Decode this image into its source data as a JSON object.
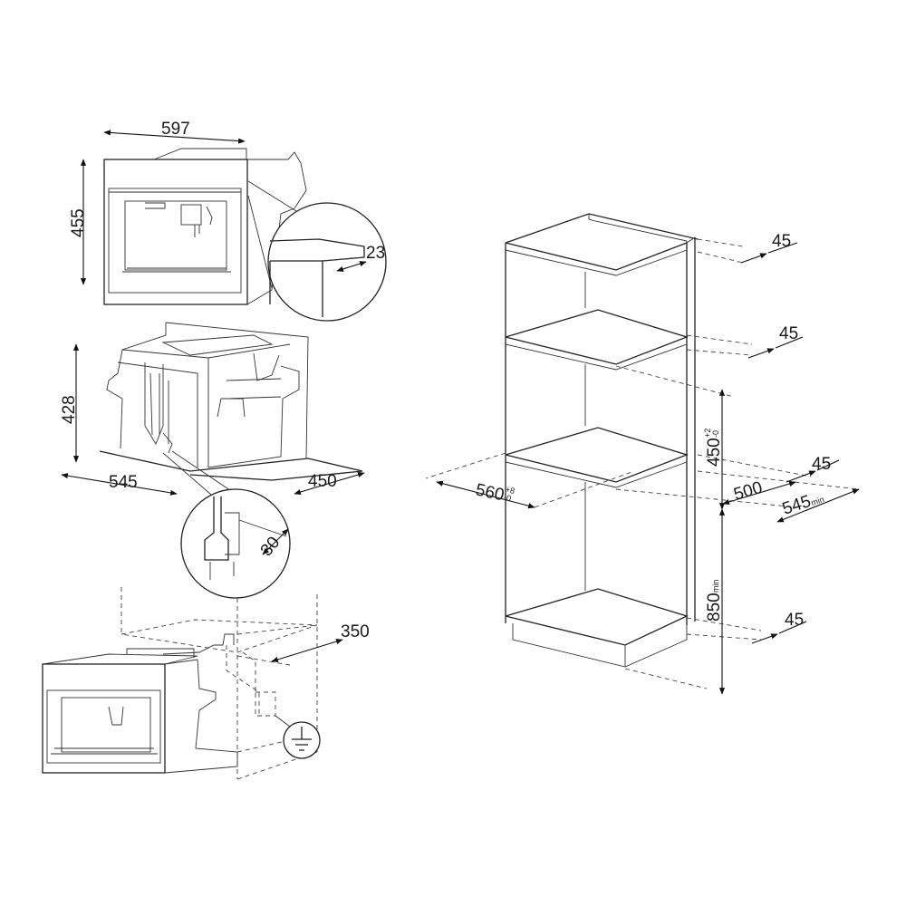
{
  "dimensions": {
    "top_width": "597",
    "top_height": "455",
    "detail_gap": "23",
    "mid_height": "428",
    "mid_depth": "545",
    "mid_width": "450",
    "tube_offset": "30",
    "socket_offset": "350",
    "shelf_top": "45",
    "shelf_second": "45",
    "shelf_third": "45",
    "shelf_bottom": "45",
    "niche_height": "450",
    "niche_height_tol_plus": "+2",
    "niche_height_tol_minus": "-0",
    "niche_width": "560",
    "niche_width_tol_plus": "+8",
    "niche_width_tol_minus": "-0",
    "niche_depth": "500",
    "cabinet_depth": "545",
    "cabinet_depth_suffix": "min",
    "floor_height": "850",
    "floor_height_suffix": "min"
  },
  "colors": {
    "line": "#222222",
    "background": "#ffffff"
  },
  "icons": {
    "ground": "ground-symbol-icon"
  }
}
